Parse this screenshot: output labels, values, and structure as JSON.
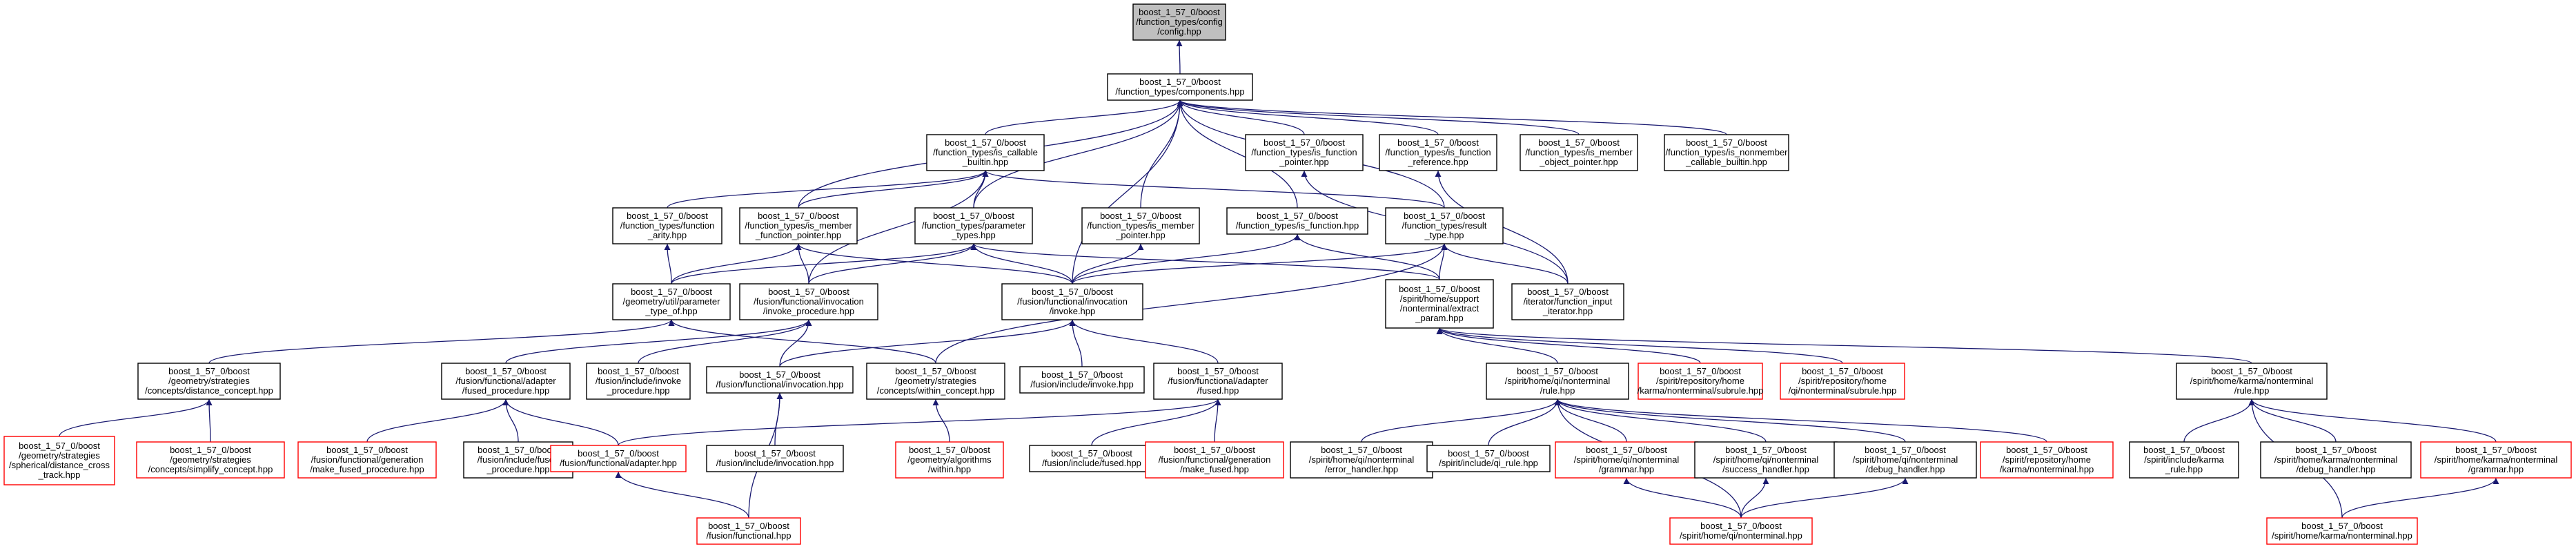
{
  "graph": {
    "root": "boost_1_57_0/boost/function_types/config/config.hpp",
    "colors": {
      "root_fill": "#bfbfbf",
      "node_fill": "#ffffff",
      "border_default": "#000000",
      "border_truncated": "#ff0000",
      "edge": "#191970"
    },
    "nodes": [
      {
        "id": "n0",
        "lines": [
          "boost_1_57_0/boost",
          "/function_types/config",
          "/config.hpp"
        ],
        "root": true
      },
      {
        "id": "n1",
        "lines": [
          "boost_1_57_0/boost",
          "/function_types/components.hpp"
        ]
      },
      {
        "id": "n2",
        "lines": [
          "boost_1_57_0/boost",
          "/function_types/is_callable",
          "_builtin.hpp"
        ]
      },
      {
        "id": "n3",
        "lines": [
          "boost_1_57_0/boost",
          "/function_types/is_function",
          "_pointer.hpp"
        ]
      },
      {
        "id": "n4",
        "lines": [
          "boost_1_57_0/boost",
          "/function_types/is_function",
          "_reference.hpp"
        ]
      },
      {
        "id": "n5",
        "lines": [
          "boost_1_57_0/boost",
          "/function_types/is_member",
          "_object_pointer.hpp"
        ]
      },
      {
        "id": "n6",
        "lines": [
          "boost_1_57_0/boost",
          "/function_types/is_nonmember",
          "_callable_builtin.hpp"
        ]
      },
      {
        "id": "n7",
        "lines": [
          "boost_1_57_0/boost",
          "/function_types/function",
          "_arity.hpp"
        ]
      },
      {
        "id": "n8",
        "lines": [
          "boost_1_57_0/boost",
          "/function_types/is_member",
          "_function_pointer.hpp"
        ]
      },
      {
        "id": "n9",
        "lines": [
          "boost_1_57_0/boost",
          "/function_types/parameter",
          "_types.hpp"
        ]
      },
      {
        "id": "n10",
        "lines": [
          "boost_1_57_0/boost",
          "/function_types/is_member",
          "_pointer.hpp"
        ]
      },
      {
        "id": "n11",
        "lines": [
          "boost_1_57_0/boost",
          "/function_types/is_function.hpp"
        ]
      },
      {
        "id": "n12",
        "lines": [
          "boost_1_57_0/boost",
          "/function_types/result",
          "_type.hpp"
        ]
      },
      {
        "id": "n13",
        "lines": [
          "boost_1_57_0/boost",
          "/geometry/util/parameter",
          "_type_of.hpp"
        ]
      },
      {
        "id": "n14",
        "lines": [
          "boost_1_57_0/boost",
          "/fusion/functional/invocation",
          "/invoke_procedure.hpp"
        ]
      },
      {
        "id": "n15",
        "lines": [
          "boost_1_57_0/boost",
          "/fusion/functional/invocation",
          "/invoke.hpp"
        ]
      },
      {
        "id": "n16",
        "lines": [
          "boost_1_57_0/boost",
          "/spirit/home/support",
          "/nonterminal/extract",
          "_param.hpp"
        ]
      },
      {
        "id": "n17",
        "lines": [
          "boost_1_57_0/boost",
          "/iterator/function_input",
          "_iterator.hpp"
        ]
      },
      {
        "id": "n18",
        "lines": [
          "boost_1_57_0/boost",
          "/geometry/strategies",
          "/concepts/distance_concept.hpp"
        ]
      },
      {
        "id": "n19",
        "lines": [
          "boost_1_57_0/boost",
          "/fusion/functional/adapter",
          "/fused_procedure.hpp"
        ]
      },
      {
        "id": "n20",
        "lines": [
          "boost_1_57_0/boost",
          "/fusion/include/invoke",
          "_procedure.hpp"
        ]
      },
      {
        "id": "n21",
        "lines": [
          "boost_1_57_0/boost",
          "/fusion/functional/invocation.hpp"
        ]
      },
      {
        "id": "n22",
        "lines": [
          "boost_1_57_0/boost",
          "/geometry/strategies",
          "/concepts/within_concept.hpp"
        ]
      },
      {
        "id": "n23",
        "lines": [
          "boost_1_57_0/boost",
          "/fusion/include/invoke.hpp"
        ]
      },
      {
        "id": "n24",
        "lines": [
          "boost_1_57_0/boost",
          "/fusion/functional/adapter",
          "/fused.hpp"
        ]
      },
      {
        "id": "n25",
        "lines": [
          "boost_1_57_0/boost",
          "/spirit/home/qi/nonterminal",
          "/rule.hpp"
        ]
      },
      {
        "id": "n26",
        "lines": [
          "boost_1_57_0/boost",
          "/spirit/repository/home",
          "/karma/nonterminal/subrule.hpp"
        ],
        "truncated": true
      },
      {
        "id": "n27",
        "lines": [
          "boost_1_57_0/boost",
          "/spirit/repository/home",
          "/qi/nonterminal/subrule.hpp"
        ],
        "truncated": true
      },
      {
        "id": "n28",
        "lines": [
          "boost_1_57_0/boost",
          "/spirit/home/karma/nonterminal",
          "/rule.hpp"
        ]
      },
      {
        "id": "n29",
        "lines": [
          "boost_1_57_0/boost",
          "/geometry/strategies",
          "/spherical/distance_cross",
          "_track.hpp"
        ],
        "truncated": true
      },
      {
        "id": "n30",
        "lines": [
          "boost_1_57_0/boost",
          "/geometry/strategies",
          "/concepts/simplify_concept.hpp"
        ],
        "truncated": true
      },
      {
        "id": "n31",
        "lines": [
          "boost_1_57_0/boost",
          "/fusion/functional/generation",
          "/make_fused_procedure.hpp"
        ],
        "truncated": true
      },
      {
        "id": "n32",
        "lines": [
          "boost_1_57_0/boost",
          "/fusion/include/fused",
          "_procedure.hpp"
        ]
      },
      {
        "id": "n33",
        "lines": [
          "boost_1_57_0/boost",
          "/fusion/functional/adapter.hpp"
        ],
        "truncated": true
      },
      {
        "id": "n34",
        "lines": [
          "boost_1_57_0/boost",
          "/fusion/include/invocation.hpp"
        ]
      },
      {
        "id": "n35",
        "lines": [
          "boost_1_57_0/boost",
          "/geometry/algorithms",
          "/within.hpp"
        ],
        "truncated": true
      },
      {
        "id": "n36",
        "lines": [
          "boost_1_57_0/boost",
          "/fusion/include/fused.hpp"
        ]
      },
      {
        "id": "n37",
        "lines": [
          "boost_1_57_0/boost",
          "/fusion/functional/generation",
          "/make_fused.hpp"
        ],
        "truncated": true
      },
      {
        "id": "n38",
        "lines": [
          "boost_1_57_0/boost",
          "/spirit/home/qi/nonterminal",
          "/error_handler.hpp"
        ]
      },
      {
        "id": "n39",
        "lines": [
          "boost_1_57_0/boost",
          "/spirit/include/qi_rule.hpp"
        ]
      },
      {
        "id": "n40",
        "lines": [
          "boost_1_57_0/boost",
          "/spirit/home/qi/nonterminal",
          "/grammar.hpp"
        ],
        "truncated": true
      },
      {
        "id": "n41",
        "lines": [
          "boost_1_57_0/boost",
          "/spirit/home/qi/nonterminal",
          "/success_handler.hpp"
        ]
      },
      {
        "id": "n42",
        "lines": [
          "boost_1_57_0/boost",
          "/spirit/home/qi/nonterminal",
          "/debug_handler.hpp"
        ]
      },
      {
        "id": "n43",
        "lines": [
          "boost_1_57_0/boost",
          "/spirit/repository/home",
          "/karma/nonterminal.hpp"
        ],
        "truncated": true
      },
      {
        "id": "n44",
        "lines": [
          "boost_1_57_0/boost",
          "/spirit/include/karma",
          "_rule.hpp"
        ]
      },
      {
        "id": "n45",
        "lines": [
          "boost_1_57_0/boost",
          "/spirit/home/karma/nonterminal",
          "/debug_handler.hpp"
        ]
      },
      {
        "id": "n46",
        "lines": [
          "boost_1_57_0/boost",
          "/spirit/home/karma/nonterminal",
          "/grammar.hpp"
        ],
        "truncated": true
      },
      {
        "id": "n47",
        "lines": [
          "boost_1_57_0/boost",
          "/fusion/functional.hpp"
        ],
        "truncated": true
      },
      {
        "id": "n48",
        "lines": [
          "boost_1_57_0/boost",
          "/spirit/home/qi/nonterminal.hpp"
        ],
        "truncated": true
      },
      {
        "id": "n49",
        "lines": [
          "boost_1_57_0/boost",
          "/spirit/home/karma/nonterminal.hpp"
        ],
        "truncated": true
      }
    ],
    "edges": [
      [
        "n1",
        "n0"
      ],
      [
        "n2",
        "n1"
      ],
      [
        "n3",
        "n1"
      ],
      [
        "n4",
        "n1"
      ],
      [
        "n5",
        "n1"
      ],
      [
        "n6",
        "n1"
      ],
      [
        "n8",
        "n1"
      ],
      [
        "n9",
        "n1"
      ],
      [
        "n10",
        "n1"
      ],
      [
        "n11",
        "n1"
      ],
      [
        "n12",
        "n1"
      ],
      [
        "n15",
        "n1"
      ],
      [
        "n7",
        "n2"
      ],
      [
        "n8",
        "n2"
      ],
      [
        "n9",
        "n2"
      ],
      [
        "n12",
        "n2"
      ],
      [
        "n14",
        "n2"
      ],
      [
        "n17",
        "n4"
      ],
      [
        "n17",
        "n3"
      ],
      [
        "n13",
        "n7"
      ],
      [
        "n13",
        "n8"
      ],
      [
        "n14",
        "n8"
      ],
      [
        "n15",
        "n8"
      ],
      [
        "n13",
        "n9"
      ],
      [
        "n14",
        "n9"
      ],
      [
        "n15",
        "n9"
      ],
      [
        "n16",
        "n9"
      ],
      [
        "n15",
        "n10"
      ],
      [
        "n15",
        "n11"
      ],
      [
        "n16",
        "n11"
      ],
      [
        "n15",
        "n12"
      ],
      [
        "n16",
        "n12"
      ],
      [
        "n17",
        "n12"
      ],
      [
        "n22",
        "n12"
      ],
      [
        "n18",
        "n13"
      ],
      [
        "n22",
        "n13"
      ],
      [
        "n19",
        "n14"
      ],
      [
        "n20",
        "n14"
      ],
      [
        "n21",
        "n14"
      ],
      [
        "n21",
        "n15"
      ],
      [
        "n23",
        "n15"
      ],
      [
        "n24",
        "n15"
      ],
      [
        "n25",
        "n16"
      ],
      [
        "n26",
        "n16"
      ],
      [
        "n27",
        "n16"
      ],
      [
        "n28",
        "n16"
      ],
      [
        "n29",
        "n18"
      ],
      [
        "n30",
        "n18"
      ],
      [
        "n31",
        "n19"
      ],
      [
        "n32",
        "n19"
      ],
      [
        "n33",
        "n19"
      ],
      [
        "n34",
        "n21"
      ],
      [
        "n47",
        "n21"
      ],
      [
        "n35",
        "n22"
      ],
      [
        "n33",
        "n24"
      ],
      [
        "n36",
        "n24"
      ],
      [
        "n37",
        "n24"
      ],
      [
        "n38",
        "n25"
      ],
      [
        "n39",
        "n25"
      ],
      [
        "n40",
        "n25"
      ],
      [
        "n41",
        "n25"
      ],
      [
        "n42",
        "n25"
      ],
      [
        "n43",
        "n25"
      ],
      [
        "n48",
        "n25"
      ],
      [
        "n44",
        "n28"
      ],
      [
        "n45",
        "n28"
      ],
      [
        "n46",
        "n28"
      ],
      [
        "n49",
        "n28"
      ],
      [
        "n47",
        "n33"
      ],
      [
        "n48",
        "n40"
      ],
      [
        "n48",
        "n41"
      ],
      [
        "n48",
        "n42"
      ],
      [
        "n49",
        "n46"
      ]
    ]
  }
}
